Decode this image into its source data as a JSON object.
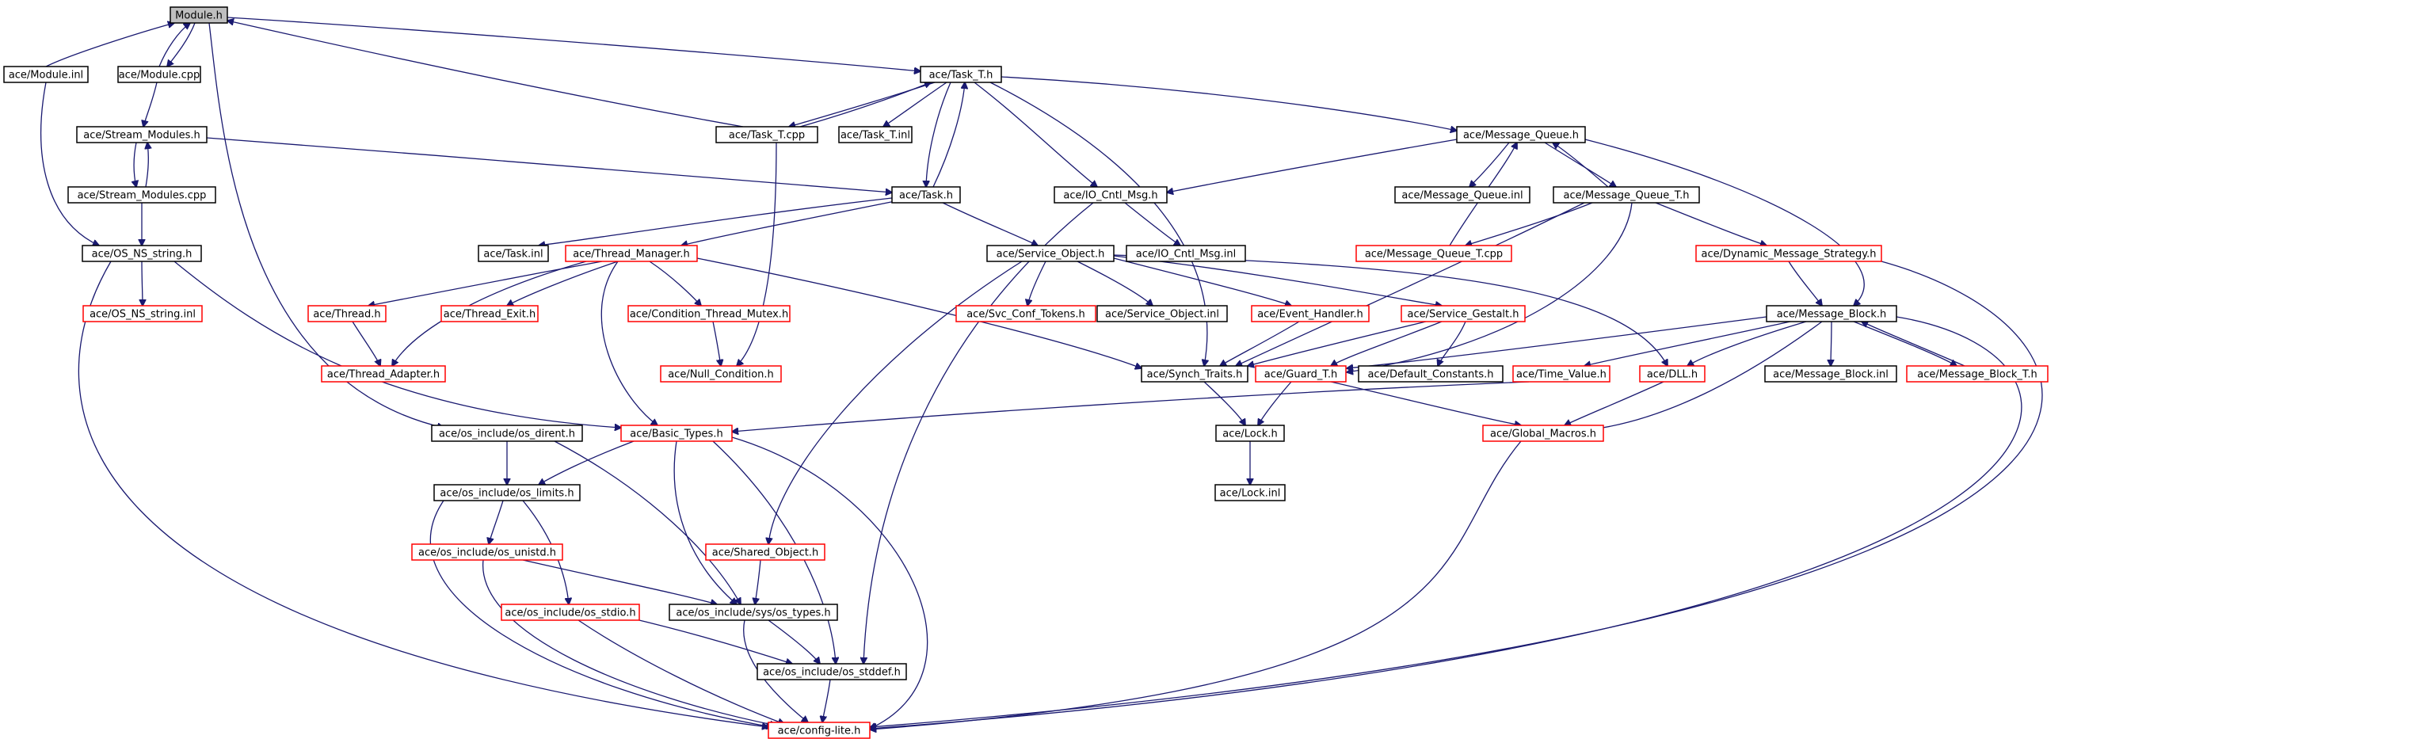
{
  "colors": {
    "edge": "#191970",
    "border": "#000000",
    "border_incomplete": "#ff0000",
    "root_fill": "#bfbfbf"
  },
  "nodes": [
    {
      "id": "module_h",
      "label": "Module.h",
      "style": "root"
    },
    {
      "id": "module_inl",
      "label": "ace/Module.inl",
      "style": "black"
    },
    {
      "id": "module_cpp",
      "label": "ace/Module.cpp",
      "style": "black"
    },
    {
      "id": "task_t_h",
      "label": "ace/Task_T.h",
      "style": "black"
    },
    {
      "id": "stream_modules_h",
      "label": "ace/Stream_Modules.h",
      "style": "black"
    },
    {
      "id": "task_t_cpp",
      "label": "ace/Task_T.cpp",
      "style": "black"
    },
    {
      "id": "task_t_inl",
      "label": "ace/Task_T.inl",
      "style": "black"
    },
    {
      "id": "message_queue_h",
      "label": "ace/Message_Queue.h",
      "style": "black"
    },
    {
      "id": "stream_modules_cpp",
      "label": "ace/Stream_Modules.cpp",
      "style": "black"
    },
    {
      "id": "task_h",
      "label": "ace/Task.h",
      "style": "black"
    },
    {
      "id": "io_cntl_msg_h",
      "label": "ace/IO_Cntl_Msg.h",
      "style": "black"
    },
    {
      "id": "message_queue_inl",
      "label": "ace/Message_Queue.inl",
      "style": "black"
    },
    {
      "id": "message_queue_t_h",
      "label": "ace/Message_Queue_T.h",
      "style": "black"
    },
    {
      "id": "os_ns_string_h",
      "label": "ace/OS_NS_string.h",
      "style": "black"
    },
    {
      "id": "task_inl",
      "label": "ace/Task.inl",
      "style": "black"
    },
    {
      "id": "thread_manager_h",
      "label": "ace/Thread_Manager.h",
      "style": "red"
    },
    {
      "id": "service_object_h",
      "label": "ace/Service_Object.h",
      "style": "black"
    },
    {
      "id": "io_cntl_msg_inl",
      "label": "ace/IO_Cntl_Msg.inl",
      "style": "black"
    },
    {
      "id": "message_queue_t_cpp",
      "label": "ace/Message_Queue_T.cpp",
      "style": "red"
    },
    {
      "id": "dynamic_message_strategy_h",
      "label": "ace/Dynamic_Message_Strategy.h",
      "style": "red"
    },
    {
      "id": "os_ns_string_inl",
      "label": "ace/OS_NS_string.inl",
      "style": "red"
    },
    {
      "id": "thread_h",
      "label": "ace/Thread.h",
      "style": "red"
    },
    {
      "id": "thread_exit_h",
      "label": "ace/Thread_Exit.h",
      "style": "red"
    },
    {
      "id": "condition_thread_mutex_h",
      "label": "ace/Condition_Thread_Mutex.h",
      "style": "red"
    },
    {
      "id": "svc_conf_tokens_h",
      "label": "ace/Svc_Conf_Tokens.h",
      "style": "red"
    },
    {
      "id": "service_object_inl",
      "label": "ace/Service_Object.inl",
      "style": "black"
    },
    {
      "id": "event_handler_h",
      "label": "ace/Event_Handler.h",
      "style": "red"
    },
    {
      "id": "service_gestalt_h",
      "label": "ace/Service_Gestalt.h",
      "style": "red"
    },
    {
      "id": "message_block_h",
      "label": "ace/Message_Block.h",
      "style": "black"
    },
    {
      "id": "thread_adapter_h",
      "label": "ace/Thread_Adapter.h",
      "style": "red"
    },
    {
      "id": "null_condition_h",
      "label": "ace/Null_Condition.h",
      "style": "red"
    },
    {
      "id": "synch_traits_h",
      "label": "ace/Synch_Traits.h",
      "style": "black"
    },
    {
      "id": "guard_t_h",
      "label": "ace/Guard_T.h",
      "style": "red"
    },
    {
      "id": "default_constants_h",
      "label": "ace/Default_Constants.h",
      "style": "black"
    },
    {
      "id": "time_value_h",
      "label": "ace/Time_Value.h",
      "style": "red"
    },
    {
      "id": "dll_h",
      "label": "ace/DLL.h",
      "style": "red"
    },
    {
      "id": "message_block_inl",
      "label": "ace/Message_Block.inl",
      "style": "black"
    },
    {
      "id": "message_block_t_h",
      "label": "ace/Message_Block_T.h",
      "style": "red"
    },
    {
      "id": "os_dirent_h",
      "label": "ace/os_include/os_dirent.h",
      "style": "black"
    },
    {
      "id": "basic_types_h",
      "label": "ace/Basic_Types.h",
      "style": "red"
    },
    {
      "id": "lock_h",
      "label": "ace/Lock.h",
      "style": "black"
    },
    {
      "id": "global_macros_h",
      "label": "ace/Global_Macros.h",
      "style": "red"
    },
    {
      "id": "os_limits_h",
      "label": "ace/os_include/os_limits.h",
      "style": "black"
    },
    {
      "id": "lock_inl",
      "label": "ace/Lock.inl",
      "style": "black"
    },
    {
      "id": "os_unistd_h",
      "label": "ace/os_include/os_unistd.h",
      "style": "red"
    },
    {
      "id": "shared_object_h",
      "label": "ace/Shared_Object.h",
      "style": "red"
    },
    {
      "id": "os_stdio_h",
      "label": "ace/os_include/os_stdio.h",
      "style": "red"
    },
    {
      "id": "sys_os_types_h",
      "label": "ace/os_include/sys/os_types.h",
      "style": "black"
    },
    {
      "id": "os_stddef_h",
      "label": "ace/os_include/os_stddef.h",
      "style": "black"
    },
    {
      "id": "config_lite_h",
      "label": "ace/config-lite.h",
      "style": "red"
    }
  ]
}
